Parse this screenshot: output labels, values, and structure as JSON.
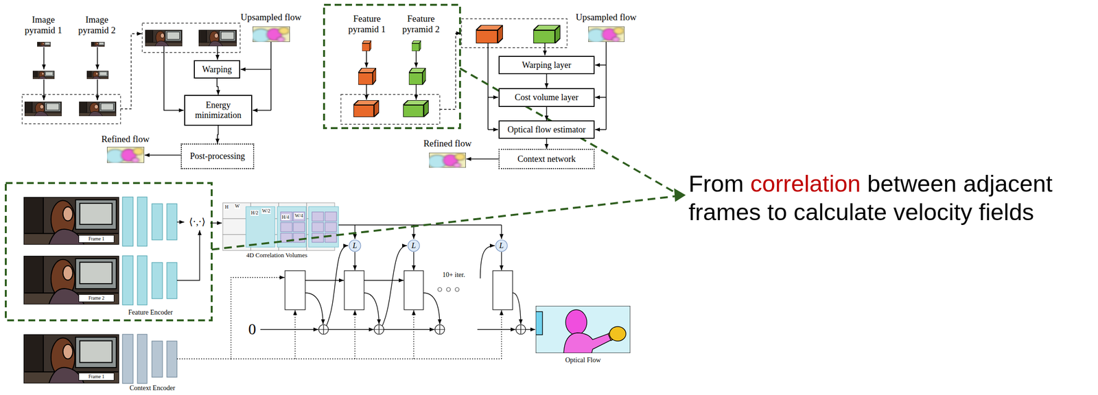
{
  "diagram": {
    "nodes": [
      {
        "text": [
          "Warping"
        ]
      },
      {
        "text": [
          "Energy minimization"
        ]
      },
      {
        "text": [
          "Post-processing"
        ]
      },
      {
        "text": [
          "Warping layer"
        ]
      },
      {
        "text": [
          "Cost volume layer"
        ]
      },
      {
        "text": [
          "Optical flow estimator"
        ]
      },
      {
        "text": [
          "Context network"
        ]
      },
      {
        "text": [
          "Frame 1"
        ]
      },
      {
        "text": [
          "Frame 2"
        ]
      },
      {
        "text": [
          "L"
        ]
      },
      {
        "text": [
          "L"
        ]
      },
      {
        "text": [
          "L"
        ]
      },
      {
        "text": [
          "Frame 1"
        ]
      }
    ],
    "edges": [
      {
        "from": 0,
        "to": 1,
        "arrow": "to"
      },
      {
        "from": 1,
        "to": 2,
        "arrow": "to"
      },
      {
        "from": 3,
        "to": 4,
        "arrow": "to"
      },
      {
        "from": 4,
        "to": 5,
        "arrow": "to"
      },
      {
        "from": 5,
        "to": 6,
        "arrow": "to"
      }
    ],
    "labels": [
      "Image pyramid 1",
      "Image pyramid 2",
      "Upsampled flow",
      "Refined flow",
      "Feature pyramid 1",
      "Feature pyramid 2",
      "Upsampled flow",
      "Refined flow",
      "From",
      "correlation",
      "between adjacent frames to calculate velocity fields",
      "⟨·,·⟩",
      "H",
      "W",
      "H/2",
      "W/2",
      "H/4",
      "W/4",
      "4D Correlation Volumes",
      "Feature Encoder",
      "10+ iter.",
      "0",
      "Optical Flow",
      "Context Encoder"
    ]
  }
}
